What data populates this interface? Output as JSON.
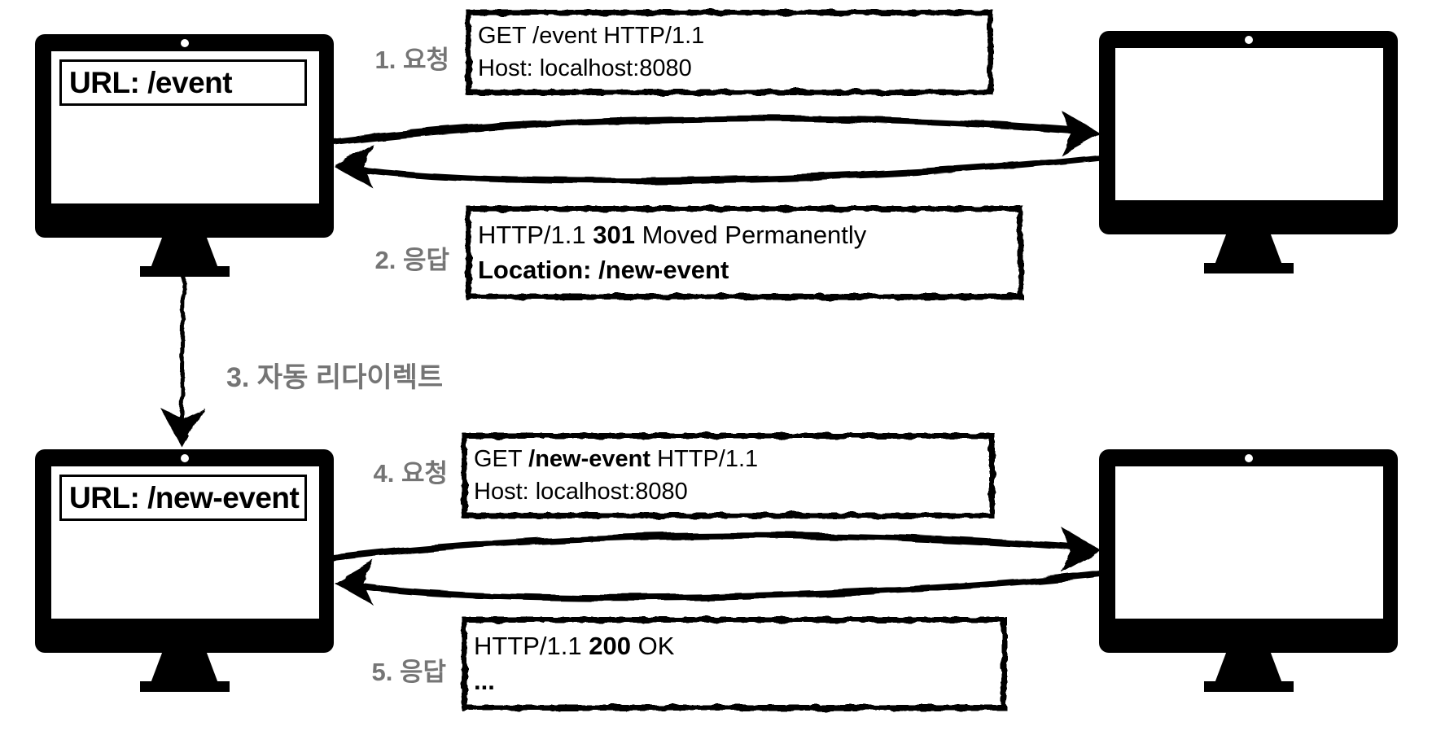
{
  "colors": {
    "ink": "#000000",
    "label_gray": "#757575"
  },
  "monitors": {
    "client_top": {
      "url": "URL: /event"
    },
    "client_bottom": {
      "url": "URL: /new-event"
    }
  },
  "labels": {
    "step1": "1. 요청",
    "step2": "2. 응답",
    "step3": "3. 자동 리다이렉트",
    "step4": "4. 요청",
    "step5": "5. 응답"
  },
  "messages": {
    "request1": {
      "lines": [
        [
          {
            "t": "GET /event HTTP/1.1",
            "b": false
          }
        ],
        [
          {
            "t": "Host: localhost:8080",
            "b": false
          }
        ]
      ]
    },
    "response1": {
      "lines": [
        [
          {
            "t": "HTTP/1.1 ",
            "b": false
          },
          {
            "t": "301",
            "b": true
          },
          {
            "t": " Moved Permanently",
            "b": false
          }
        ],
        [
          {
            "t": "Location: /new-event",
            "b": true
          }
        ]
      ]
    },
    "request2": {
      "lines": [
        [
          {
            "t": "GET ",
            "b": false
          },
          {
            "t": "/new-event",
            "b": true
          },
          {
            "t": " HTTP/1.1",
            "b": false
          }
        ],
        [
          {
            "t": "Host: localhost:8080",
            "b": false
          }
        ]
      ]
    },
    "response2": {
      "lines": [
        [
          {
            "t": "HTTP/1.1 ",
            "b": false
          },
          {
            "t": "200",
            "b": true
          },
          {
            "t": " OK",
            "b": false
          }
        ],
        [
          {
            "t": "...",
            "b": true
          }
        ]
      ]
    }
  }
}
